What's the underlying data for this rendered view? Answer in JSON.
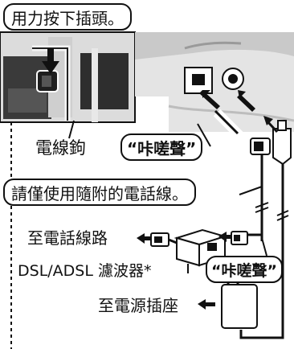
{
  "labels": {
    "press_plug": "用力按下插頭。",
    "cord_hook": "電線鉤",
    "click_1": "“咔嗟聲”",
    "use_only_cord": "請僅使用隨附的電話線。",
    "to_phone_line": "至電話線路",
    "dsl_filter": "DSL/ADSL 濾波器*",
    "click_2": "“咔嗟聲”",
    "to_power_outlet": "至電源插座"
  },
  "colors": {
    "photo_bg": "#e6e6e6",
    "photo_dark": "#2b2b2b",
    "line": "#111111"
  }
}
